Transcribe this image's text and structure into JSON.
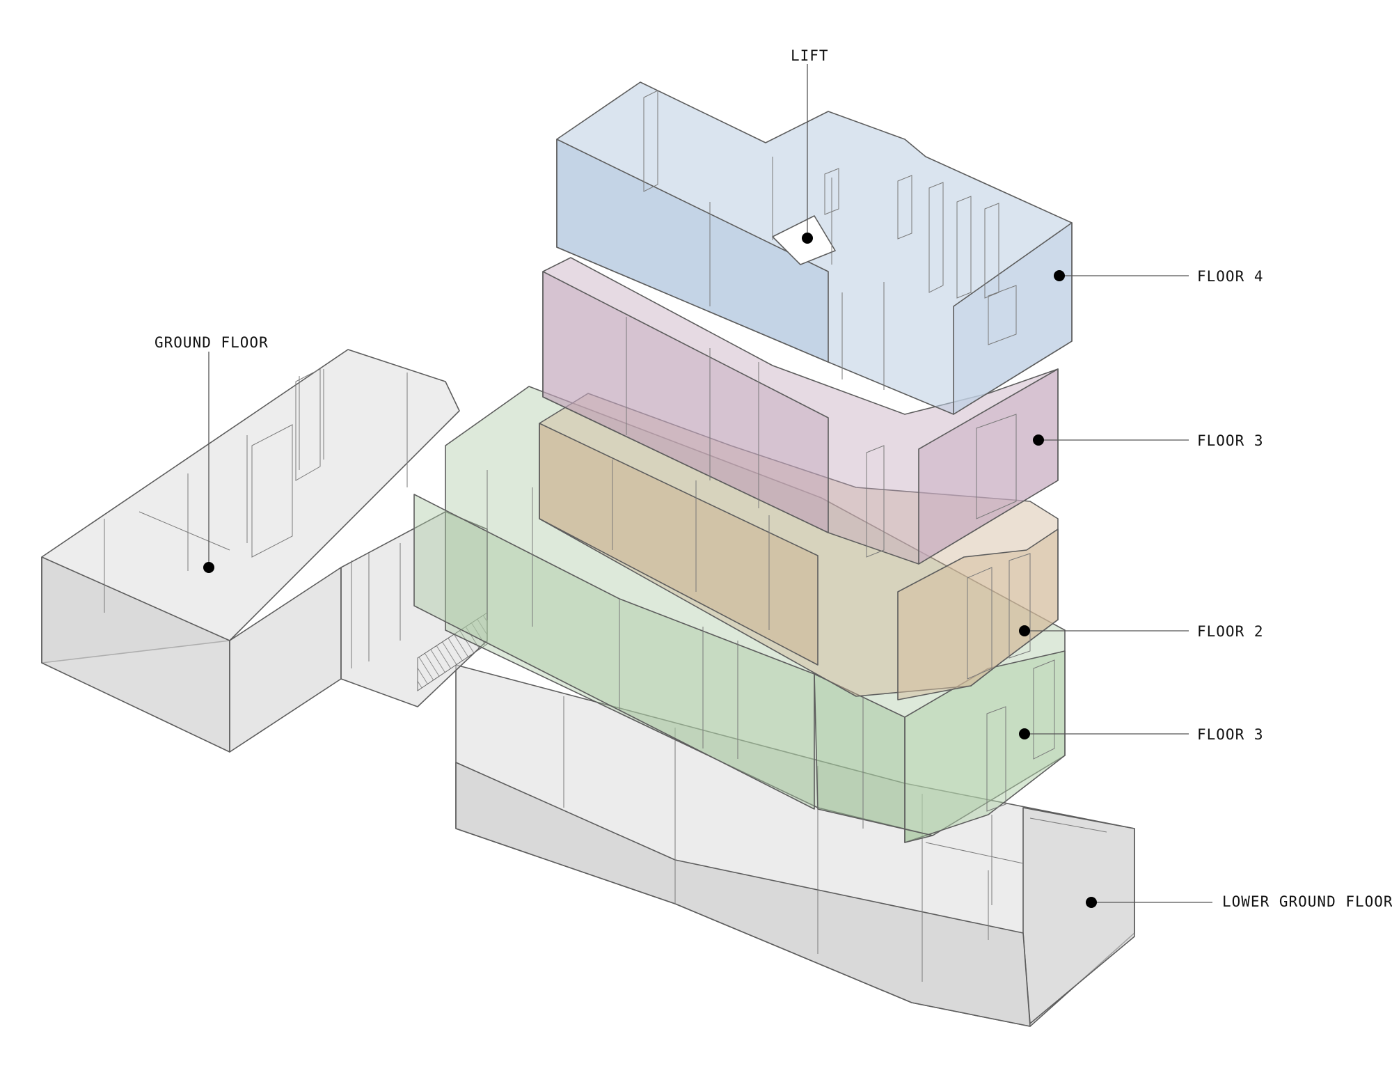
{
  "labels": {
    "lift": "LIFT",
    "ground_floor": "GROUND FLOOR",
    "floor_4": "FLOOR 4",
    "floor_3_upper": "FLOOR 3",
    "floor_2": "FLOOR 2",
    "floor_3_lower": "FLOOR 3",
    "lower_ground_floor": "LOWER GROUND FLOOR"
  },
  "colors": {
    "lower_ground_floor": "#dcdcdc",
    "ground_floor": "#dedede",
    "floor_3_lower": "#a9c8a3",
    "floor_2": "#cfb696",
    "floor_3_upper": "#c3a8bd",
    "floor_4": "#bccde2",
    "lift": "#ffffff"
  }
}
